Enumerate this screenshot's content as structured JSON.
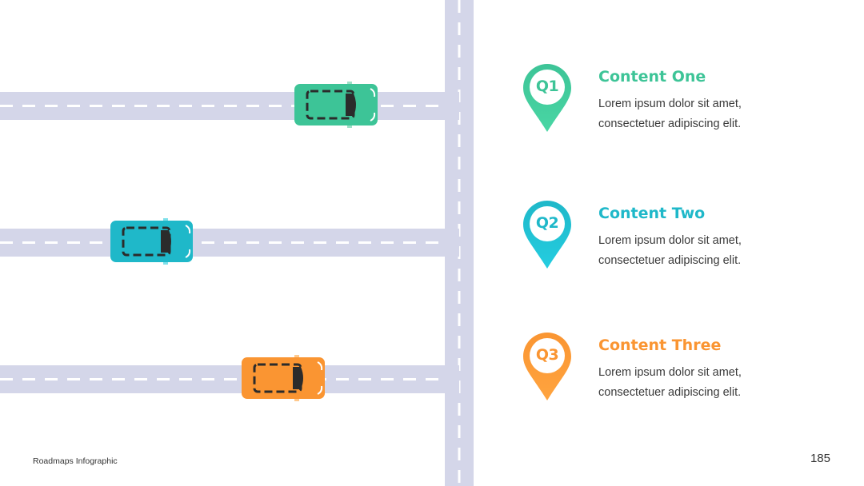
{
  "colors": {
    "road": "#d4d6e9",
    "dash": "#ffffff",
    "green": "#3dc497",
    "cyan": "#1fb8c9",
    "orange": "#fa9532"
  },
  "items": [
    {
      "badge": "Q1",
      "title": "Content One",
      "line1": "Lorem ipsum dolor sit amet,",
      "line2": "consectetuer adipiscing elit.",
      "color": "#3dc497",
      "icon": "map-pin-icon"
    },
    {
      "badge": "Q2",
      "title": "Content Two",
      "line1": "Lorem ipsum dolor sit amet,",
      "line2": "consectetuer adipiscing elit.",
      "color": "#1fb8c9",
      "icon": "map-pin-icon"
    },
    {
      "badge": "Q3",
      "title": "Content Three",
      "line1": "Lorem ipsum dolor sit amet,",
      "line2": "consectetuer adipiscing elit.",
      "color": "#fa9532",
      "icon": "map-pin-icon"
    }
  ],
  "cars": [
    {
      "icon": "car-icon",
      "color": "#3dc497"
    },
    {
      "icon": "car-icon",
      "color": "#1fb8c9"
    },
    {
      "icon": "car-icon",
      "color": "#fa9532"
    }
  ],
  "footer": {
    "title": "Roadmaps Infographic",
    "page_number": "185"
  }
}
